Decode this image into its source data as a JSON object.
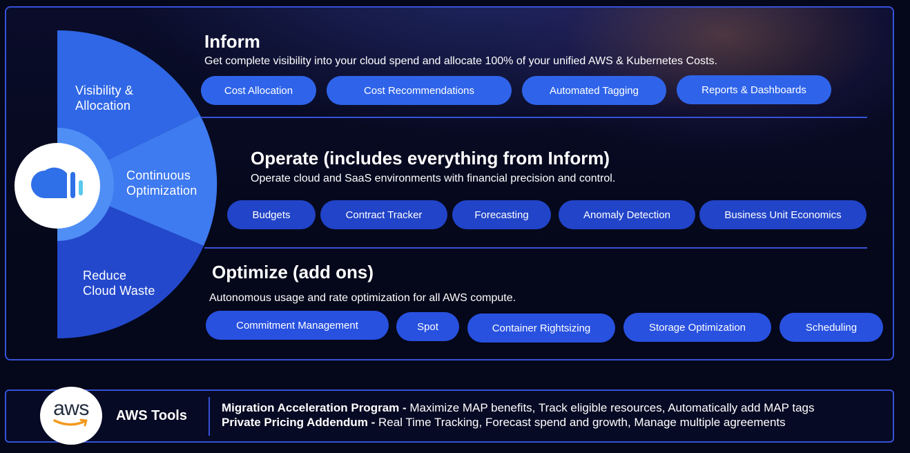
{
  "fan": {
    "segments": [
      {
        "label_line1": "Visibility &",
        "label_line2": "Allocation"
      },
      {
        "label_line1": "Continuous",
        "label_line2": "Optimization"
      },
      {
        "label_line1": "Reduce",
        "label_line2": "Cloud Waste"
      }
    ],
    "colors": {
      "top": "#2f67e6",
      "middle": "#4f8ef5",
      "bottom": "#2348cc"
    }
  },
  "logo": {
    "icon": "cloud-bars-logo-icon",
    "colors": {
      "cloud": "#2f6fe8",
      "bar": "#5bc8ee"
    }
  },
  "sections": {
    "inform": {
      "title": "Inform",
      "description": "Get complete visibility into your cloud spend and allocate 100% of your unified AWS & Kubernetes Costs.",
      "features": [
        "Cost Allocation",
        "Cost Recommendations",
        "Automated Tagging",
        "Reports & Dashboards"
      ]
    },
    "operate": {
      "title": "Operate (includes everything from Inform)",
      "description": "Operate cloud and SaaS environments with financial precision and control.",
      "features": [
        "Budgets",
        "Contract Tracker",
        "Forecasting",
        "Anomaly Detection",
        "Business Unit Economics"
      ]
    },
    "optimize": {
      "title": "Optimize (add ons)",
      "description": "Autonomous usage and rate optimization for all AWS compute.",
      "features": [
        "Commitment Management",
        "Spot",
        "Container Rightsizing",
        "Storage Optimization",
        "Scheduling"
      ]
    }
  },
  "aws": {
    "logo_text": "aws",
    "logo_icon": "aws-smile-icon",
    "label": "AWS Tools",
    "lines": [
      {
        "name": "Migration Acceleration Program -",
        "detail": " Maximize MAP benefits, Track eligible resources, Automatically add MAP tags"
      },
      {
        "name": "Private Pricing Addendum -",
        "detail": " Real Time Tracking, Forecast spend and growth, Manage multiple agreements"
      }
    ]
  },
  "colors": {
    "accent": "#3552d8",
    "background": "#05071a",
    "smile": "#f29a1f"
  }
}
